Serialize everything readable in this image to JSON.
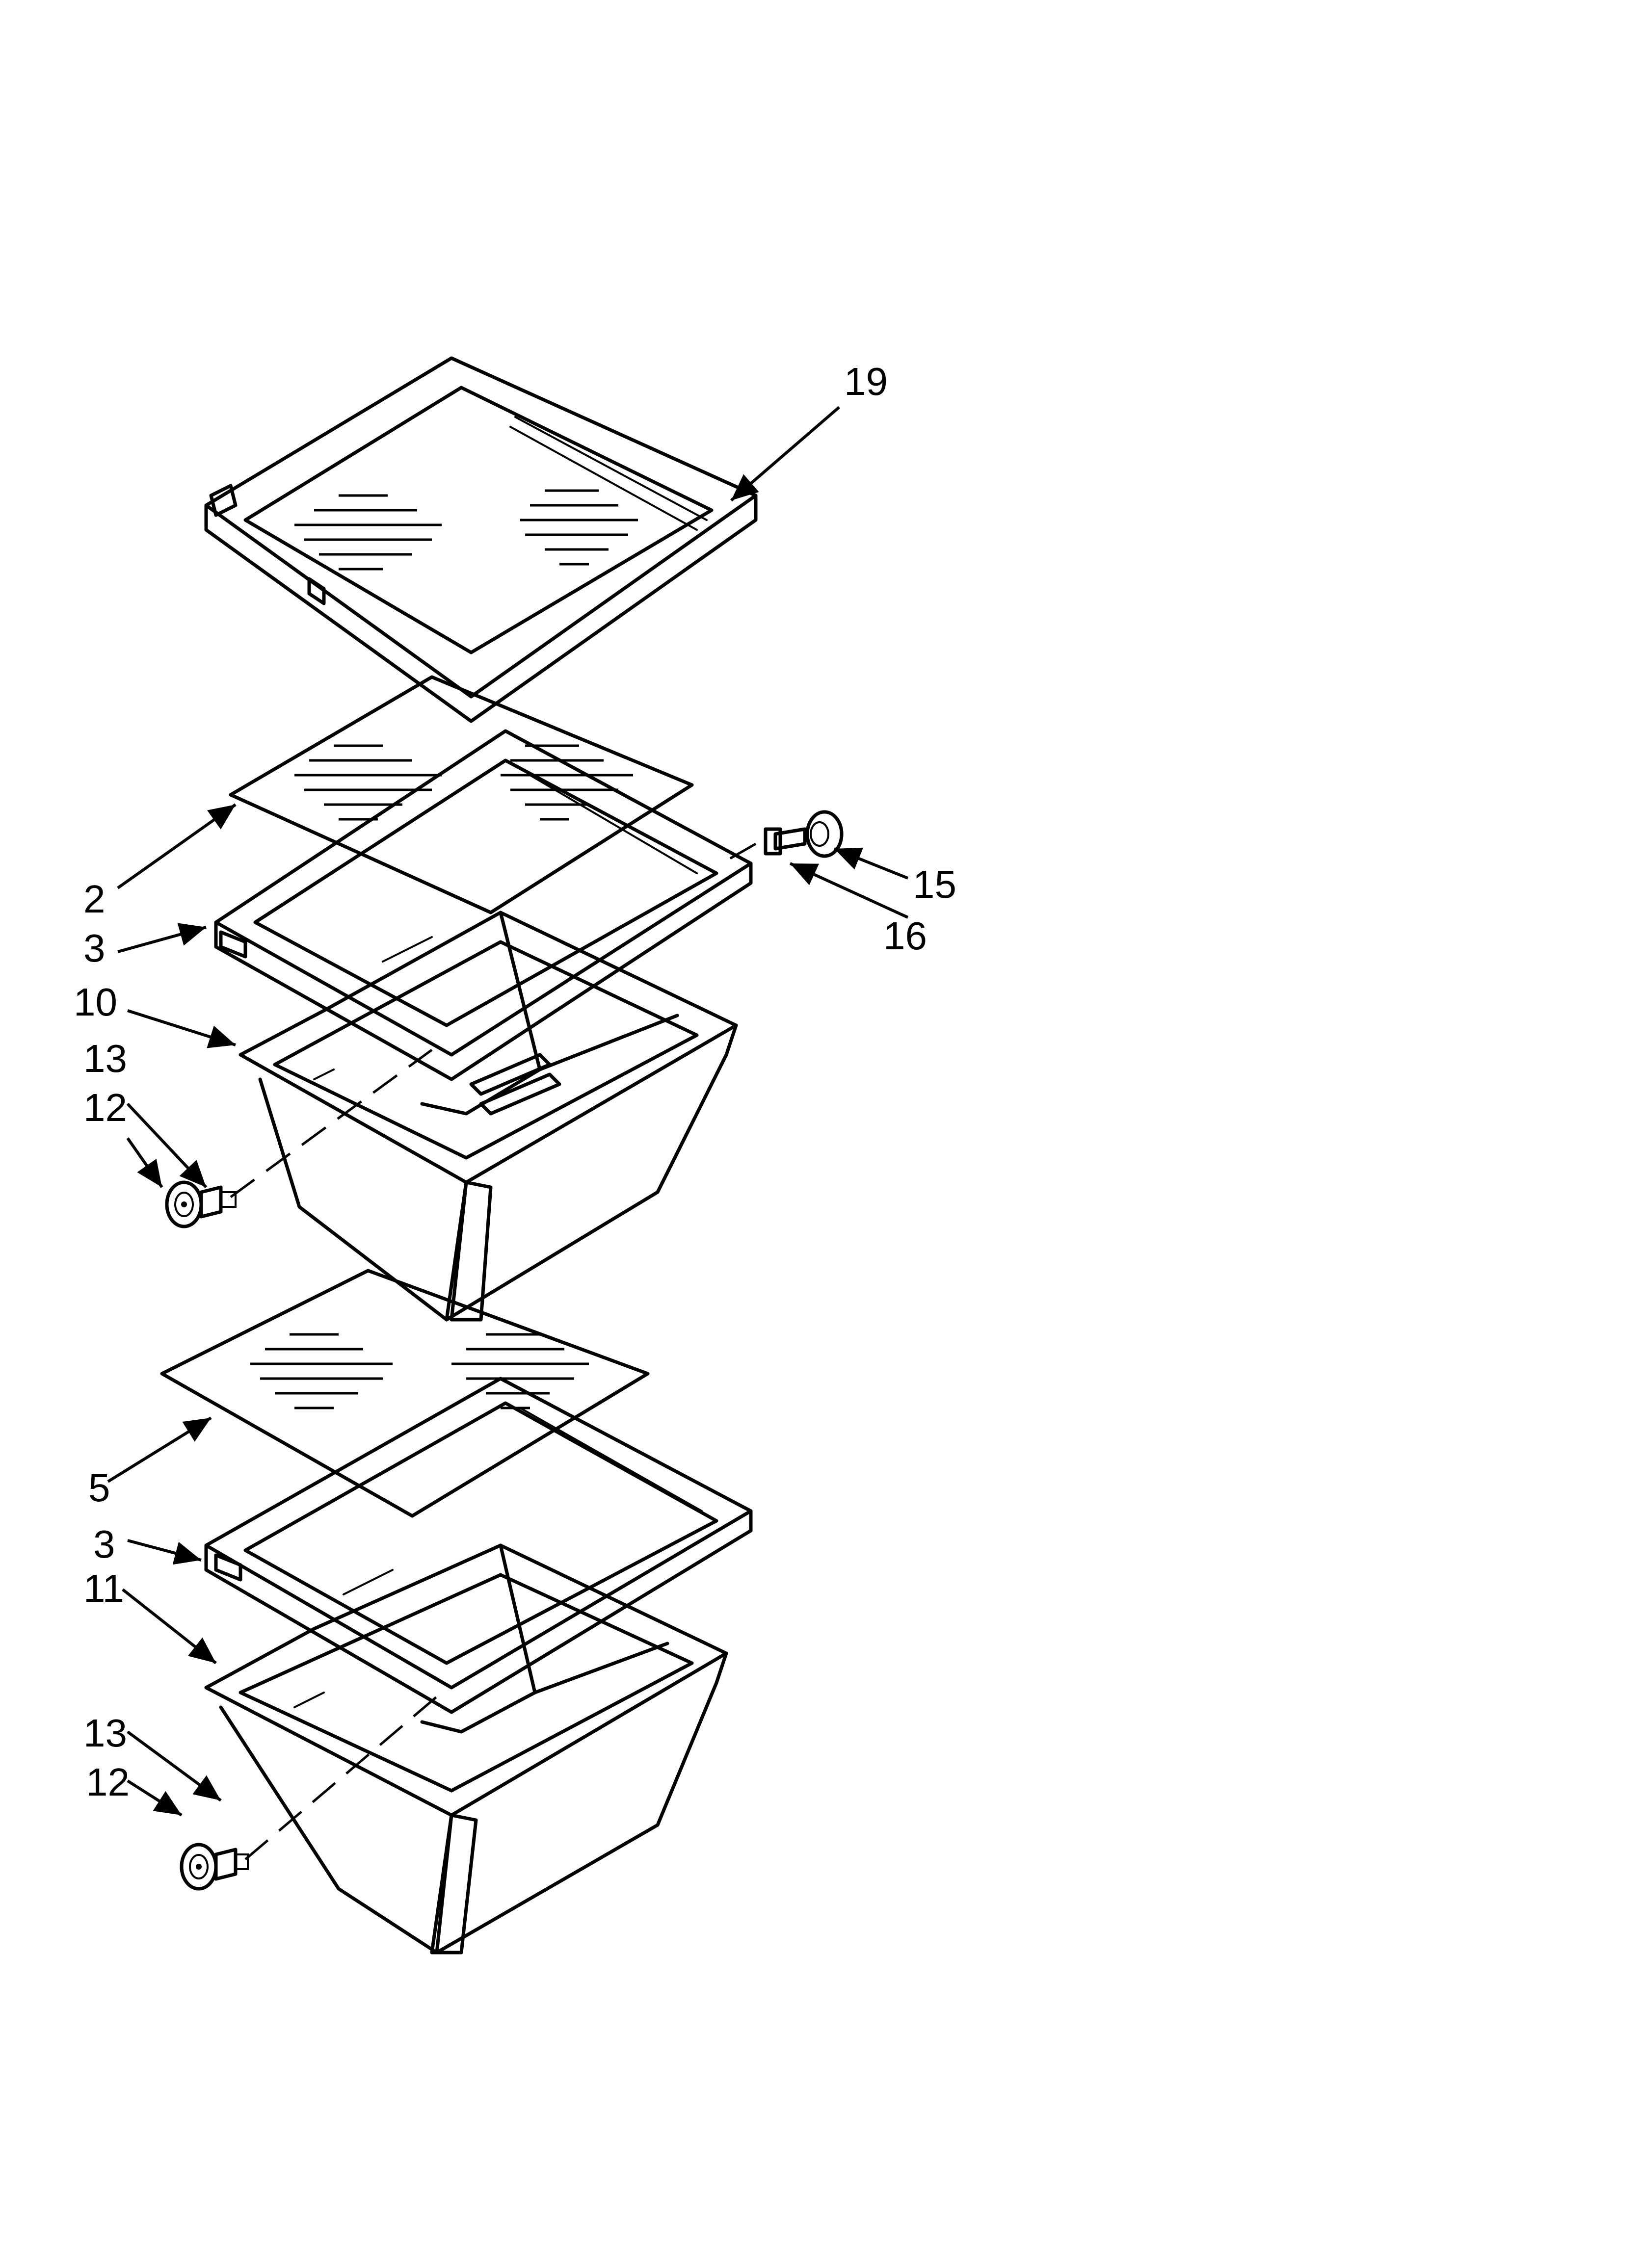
{
  "callouts": {
    "c19": "19",
    "c2": "2",
    "c3a": "3",
    "c10": "10",
    "c13a": "13",
    "c12a": "12",
    "c15": "15",
    "c16": "16",
    "c5": "5",
    "c3b": "3",
    "c11": "11",
    "c13b": "13",
    "c12b": "12"
  }
}
